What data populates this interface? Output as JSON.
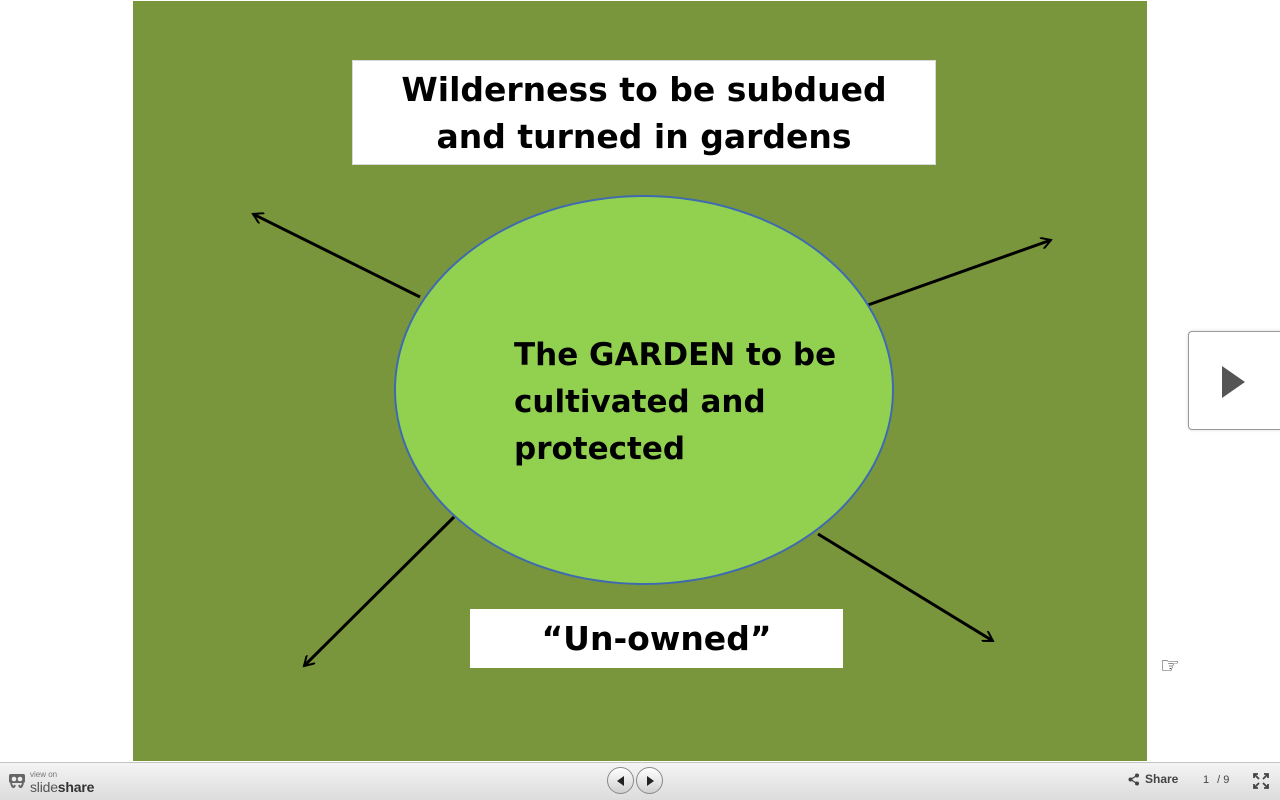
{
  "slide": {
    "title": "Wilderness to be subdued and turned in gardens",
    "center_text": "The GARDEN to be cultivated and protected",
    "bottom_label": "“Un-owned”",
    "colors": {
      "background": "#7a963d",
      "ellipse_fill": "#92d050",
      "ellipse_border": "#3e6bb0",
      "box_fill": "#ffffff"
    }
  },
  "viewer": {
    "brand_small": "view on",
    "brand_name_light": "slide",
    "brand_name_bold": "share",
    "share_label": "Share",
    "current_page": "1",
    "total_pages": "/ 9",
    "icons": {
      "prev": "chevron-left-icon",
      "next": "chevron-right-icon",
      "share": "share-icon",
      "fullscreen": "fullscreen-icon",
      "next_slide": "play-icon",
      "cursor": "hand-pointer-icon"
    }
  }
}
